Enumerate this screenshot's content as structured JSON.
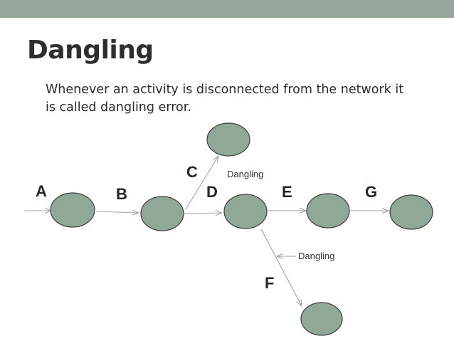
{
  "slide": {
    "title": "Dangling",
    "description": "Whenever an activity is disconnected from the network it is called dangling error."
  },
  "diagram": {
    "activities": [
      {
        "id": "A",
        "label": "A"
      },
      {
        "id": "B",
        "label": "B"
      },
      {
        "id": "C",
        "label": "C"
      },
      {
        "id": "D",
        "label": "D"
      },
      {
        "id": "E",
        "label": "E"
      },
      {
        "id": "F",
        "label": "F"
      },
      {
        "id": "G",
        "label": "G"
      }
    ],
    "annotations": [
      {
        "id": "dangling-top",
        "label": "Dangling"
      },
      {
        "id": "dangling-bottom",
        "label": "Dangling"
      }
    ],
    "colors": {
      "node_fill": "#8fa897",
      "node_stroke": "#3f3f3f",
      "edge": "#a3a3a3",
      "header_band": "#97a69b"
    }
  }
}
